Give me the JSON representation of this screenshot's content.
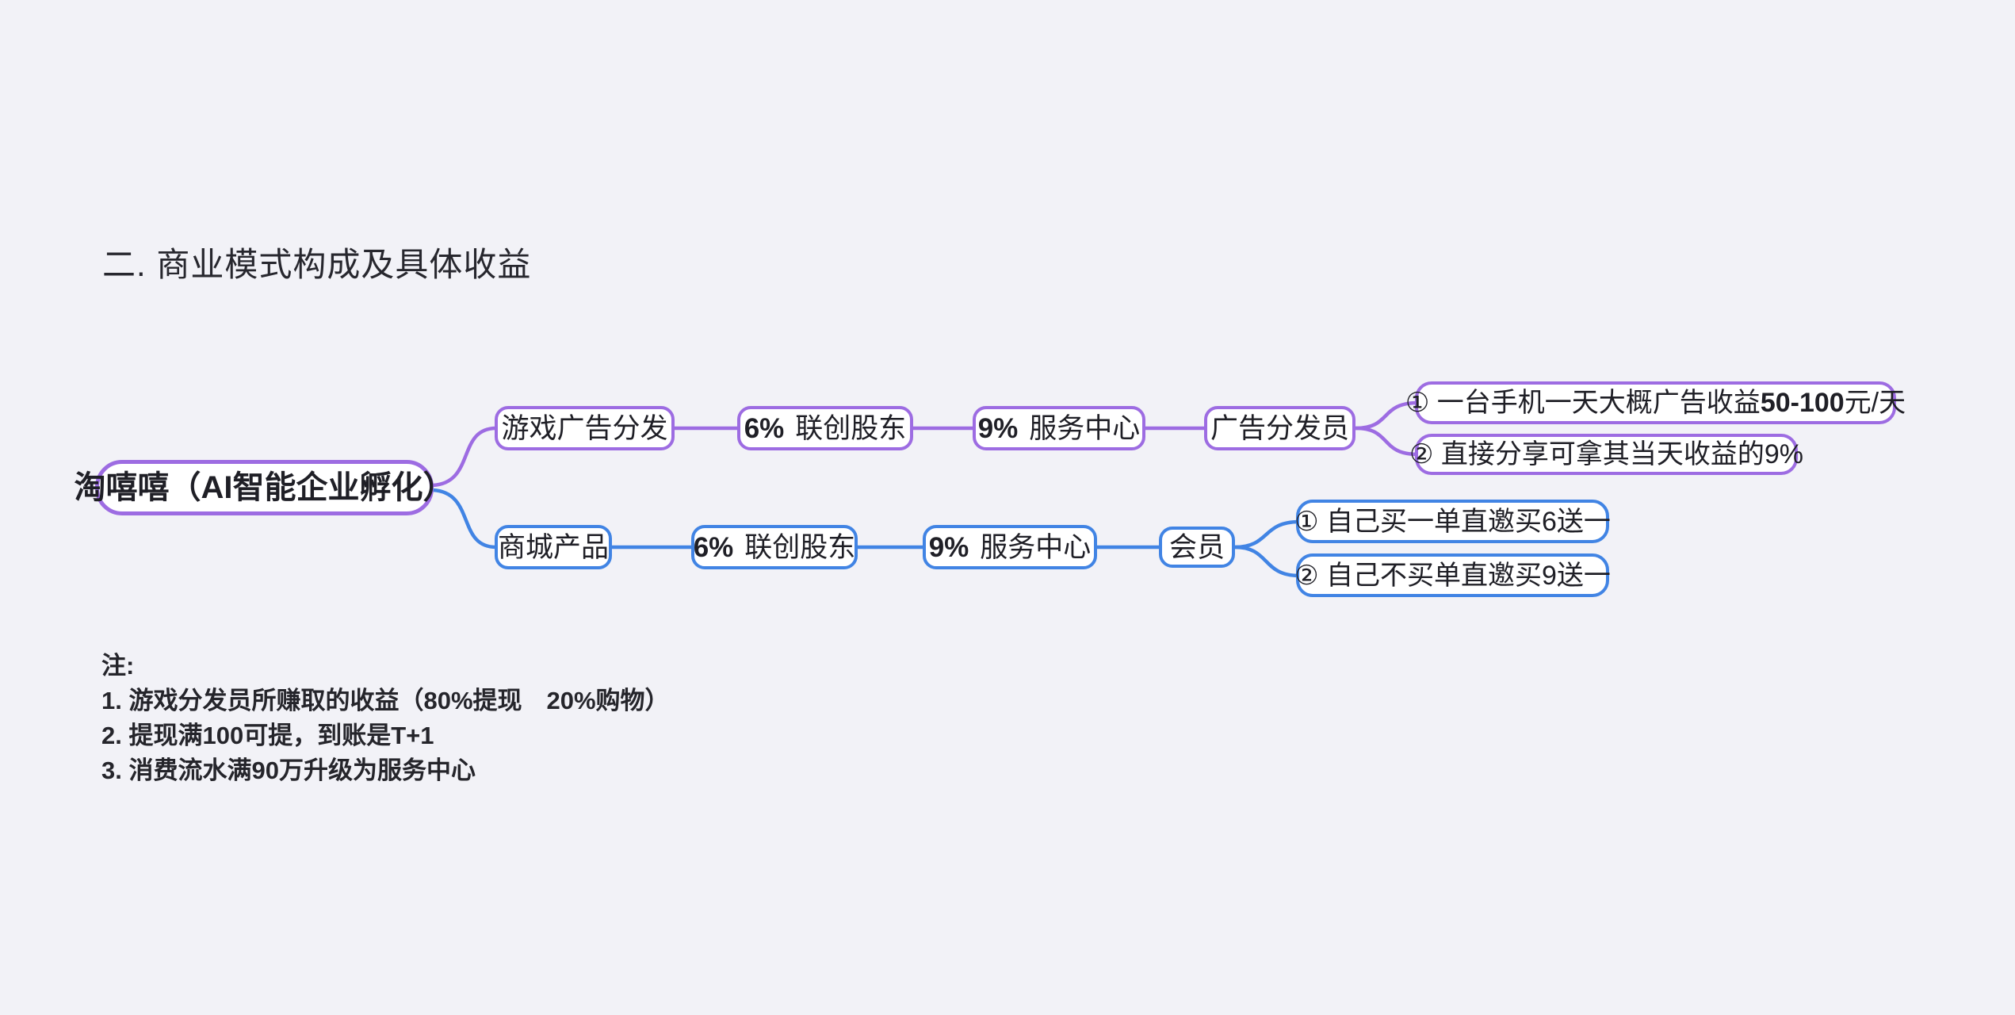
{
  "title": "二. 商业模式构成及具体收益",
  "colors": {
    "background": "#f2f2f7",
    "purple": "#9d6ce2",
    "blue": "#4184e4",
    "text": "#1f1f26",
    "node_bg": "#ffffff"
  },
  "mindmap": {
    "root": {
      "label": "淘嘻嘻（AI智能企业孵化）"
    },
    "branches": [
      {
        "name": "游戏广告分发",
        "percent1": "6%",
        "label1": "联创股东",
        "percent2": "9%",
        "label2": "服务中心",
        "role": "广告分发员",
        "leaf1": {
          "prefix": "① 一台手机一天大概广告收益",
          "bold": "50-100",
          "suffix": "元/天"
        },
        "leaf2": {
          "text": "② 直接分享可拿其当天收益的9%"
        }
      },
      {
        "name": "商城产品",
        "percent1": "6%",
        "label1": "联创股东",
        "percent2": "9%",
        "label2": "服务中心",
        "role": "会员",
        "leaf1": {
          "text": "① 自己买一单直邀买6送一"
        },
        "leaf2": {
          "text": "② 自己不买单直邀买9送一"
        }
      }
    ]
  },
  "notes": {
    "header": "注:",
    "items": [
      "1. 游戏分发员所赚取的收益（80%提现　20%购物）",
      "2. 提现满100可提，到账是T+1",
      "3. 消费流水满90万升级为服务中心"
    ]
  }
}
